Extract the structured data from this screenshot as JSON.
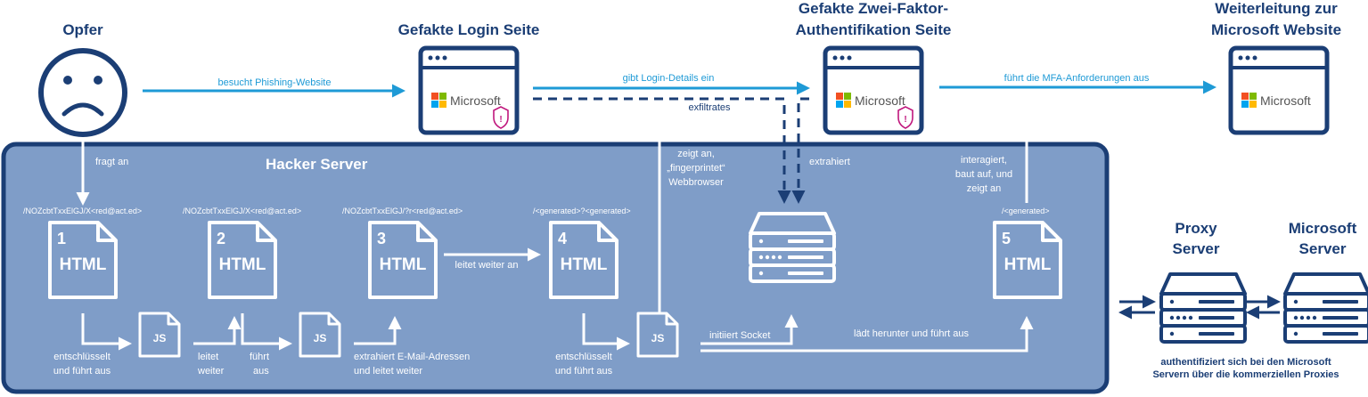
{
  "titles": {
    "opfer": "Opfer",
    "login": "Gefakte Login Seite",
    "mfa_line1": "Gefakte Zwei-Faktor-",
    "mfa_line2": "Authentifikation Seite",
    "redirect_line1": "Weiterleitung zur",
    "redirect_line2": "Microsoft Website",
    "proxy_line1": "Proxy",
    "proxy_line2": "Server",
    "msserver_line1": "Microsoft",
    "msserver_line2": "Server"
  },
  "hacker_server": "Hacker Server",
  "brand": "Microsoft",
  "arrows": {
    "visits": "besucht Phishing-Website",
    "login_details": "gibt Login-Details ein",
    "exfiltrates": "exfiltrates",
    "mfa": "führt die MFA-Anforderungen aus",
    "asks": "fragt an",
    "shows_1": "zeigt an,",
    "shows_2": "„fingerprintet“",
    "shows_3": "Webbrowser",
    "extracted": "extrahiert",
    "interacts_1": "interagiert,",
    "interacts_2": "baut auf, und",
    "interacts_3": "zeigt an",
    "forwards_to": "leitet weiter an",
    "socket": "initiiert Socket",
    "download": "lädt herunter und führt aus",
    "proxy_note_1": "authentifiziert sich bei den Microsoft",
    "proxy_note_2": "Servern über die kommerziellen Proxies"
  },
  "files": [
    {
      "num": "1",
      "type": "HTML",
      "path": "/NOZcbtTxxElGJ/X<red@act.ed>"
    },
    {
      "num": "2",
      "type": "HTML",
      "path": "/NOZcbtTxxElGJ/X<red@act.ed>"
    },
    {
      "num": "3",
      "type": "HTML",
      "path": "/NOZcbtTxxElGJ/?r<red@act.ed>"
    },
    {
      "num": "4",
      "type": "HTML",
      "path": "/<generated>?<generated>"
    },
    {
      "num": "5",
      "type": "HTML",
      "path": "/<generated>"
    }
  ],
  "js_label": "JS",
  "js_steps": {
    "decrypt_1": "entschlüsselt",
    "decrypt_2": "und führt aus",
    "forwards_1": "leitet",
    "forwards_2": "weiter",
    "runs_1": "führt",
    "runs_2": "aus",
    "extract_1": "extrahiert E-Mail-Adressen",
    "extract_2": "und leitet weiter",
    "decrypt2_1": "entschlüsselt",
    "decrypt2_2": "und führt aus"
  },
  "colors": {
    "navy": "#1b3e75",
    "light_blue": "#1e9ad6",
    "server_panel": "#7f9dc8",
    "alert_pink": "#c0177d"
  }
}
